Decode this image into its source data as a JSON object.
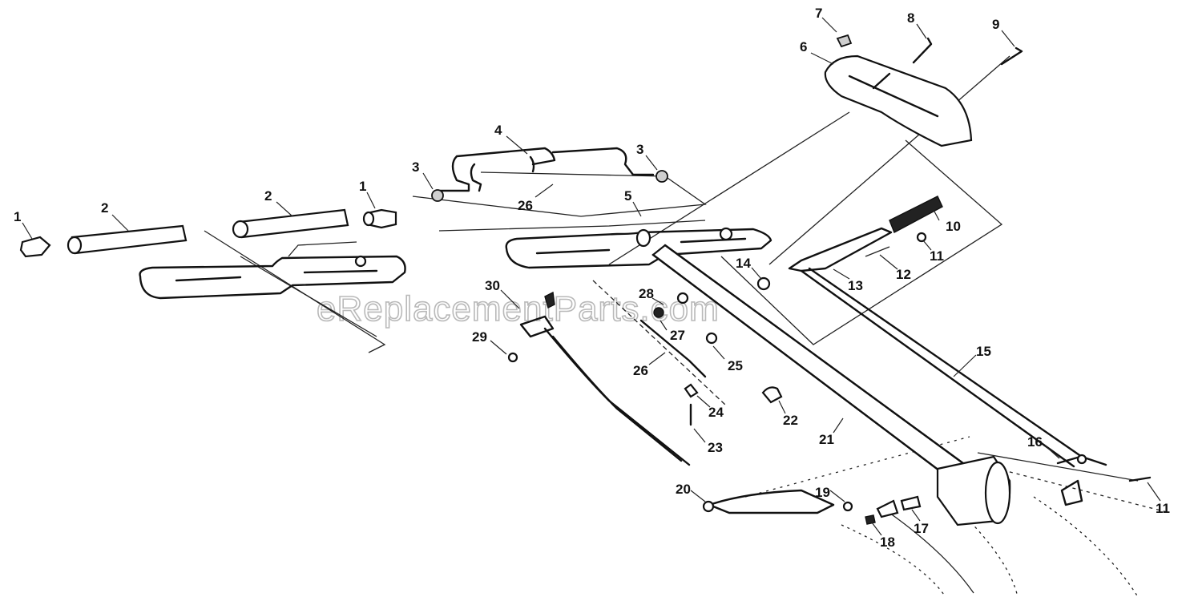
{
  "watermark": "eReplacementParts.com",
  "callouts": [
    "1",
    "2",
    "2",
    "1",
    "3",
    "4",
    "3",
    "26",
    "5",
    "6",
    "7",
    "8",
    "9",
    "10",
    "11",
    "12",
    "13",
    "14",
    "15",
    "30",
    "28",
    "27",
    "25",
    "29",
    "26",
    "24",
    "22",
    "21",
    "23",
    "20",
    "19",
    "16",
    "11",
    "18",
    "17"
  ]
}
